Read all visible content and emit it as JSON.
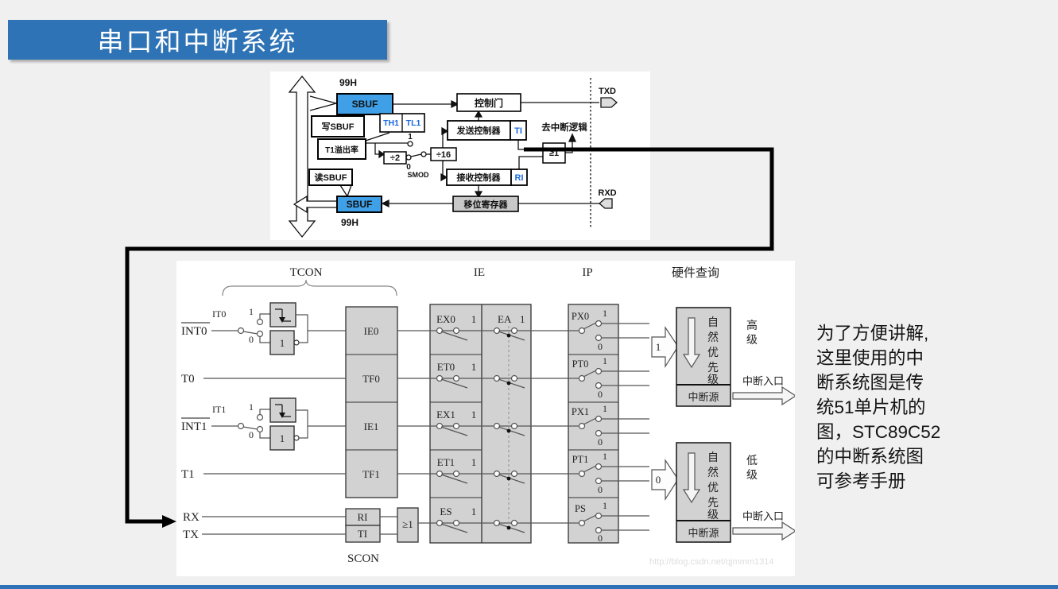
{
  "banner": {
    "title": "串口和中断系统"
  },
  "serial_diagram": {
    "addr_top": "99H",
    "sbuf_top": "SBUF",
    "write_sbuf": "写SBUF",
    "th1": "TH1",
    "tl1": "TL1",
    "t1_overflow": "T1溢出率",
    "div2": "÷2",
    "div16": "÷16",
    "smod": "SMOD",
    "one": "1",
    "zero": "0",
    "control_gate": "控制门",
    "send_controller": "发送控制器",
    "ti": "TI",
    "to_interrupt_logic": "去中断逻辑",
    "or_gate": "≥1",
    "txd": "TXD",
    "receive_controller": "接收控制器",
    "ri": "RI",
    "shift_register": "移位寄存器",
    "read_sbuf": "读SBUF",
    "sbuf_bottom": "SBUF",
    "addr_bottom": "99H",
    "rxd": "RXD"
  },
  "interrupt_diagram": {
    "headers": {
      "tcon": "TCON",
      "ie": "IE",
      "ip": "IP",
      "hw_query": "硬件查询"
    },
    "inputs": {
      "int0": "INT0",
      "it0": "IT0",
      "t0": "T0",
      "int1": "INT1",
      "it1": "IT1",
      "t1": "T1",
      "rx": "RX",
      "tx": "TX"
    },
    "one": "1",
    "zero": "0",
    "flags": [
      "IE0",
      "TF0",
      "IE1",
      "TF1"
    ],
    "ri": "RI",
    "ti": "TI",
    "or_gate": "≥1",
    "scon": "SCON",
    "ie_bits": [
      "EX0",
      "ET0",
      "EX1",
      "ET1",
      "ES"
    ],
    "ea": "EA",
    "ip_bits": [
      "PX0",
      "PT0",
      "PX1",
      "PT1",
      "PS"
    ],
    "priority": {
      "natural_chars": [
        "自",
        "然",
        "优",
        "先",
        "级"
      ],
      "source": "中断源",
      "high_chars": [
        "高",
        "级"
      ],
      "low_chars": [
        "低",
        "级"
      ],
      "entry": "中断入口"
    },
    "watermark": "http://blog.csdn.net/qjmmm1314"
  },
  "side_note": {
    "lines": [
      "为了方便讲解,",
      "这里使用的中",
      "断系统图是传",
      "统51单片机的",
      "图，STC89C52",
      "的中断系统图",
      "可参考手册"
    ]
  },
  "colors": {
    "banner_blue": "#2d73b5",
    "sbuf_blue": "#3fa0e8",
    "register_text_blue": "#1a6ae0",
    "box_gray": "#d2d2d2"
  }
}
